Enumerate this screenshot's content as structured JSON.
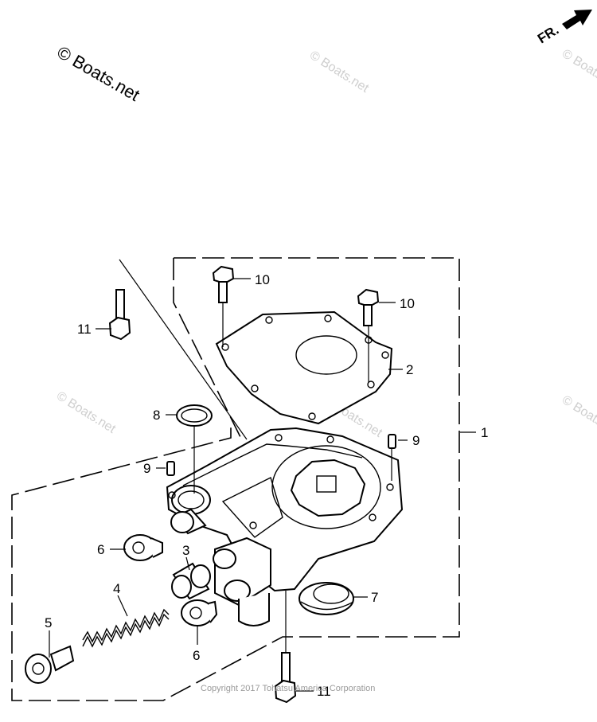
{
  "watermark": {
    "main": "© Boats.net",
    "repeat": "© Boats.net"
  },
  "direction_label": "FR.",
  "copyright": "Copyright 2017 Tohatsu America Corporation",
  "callouts": {
    "c1": "1",
    "c2": "2",
    "c3": "3",
    "c4": "4",
    "c5": "5",
    "c6a": "6",
    "c6b": "6",
    "c7": "7",
    "c8": "8",
    "c9a": "9",
    "c9b": "9",
    "c10a": "10",
    "c10b": "10",
    "c11a": "11",
    "c11b": "11"
  }
}
